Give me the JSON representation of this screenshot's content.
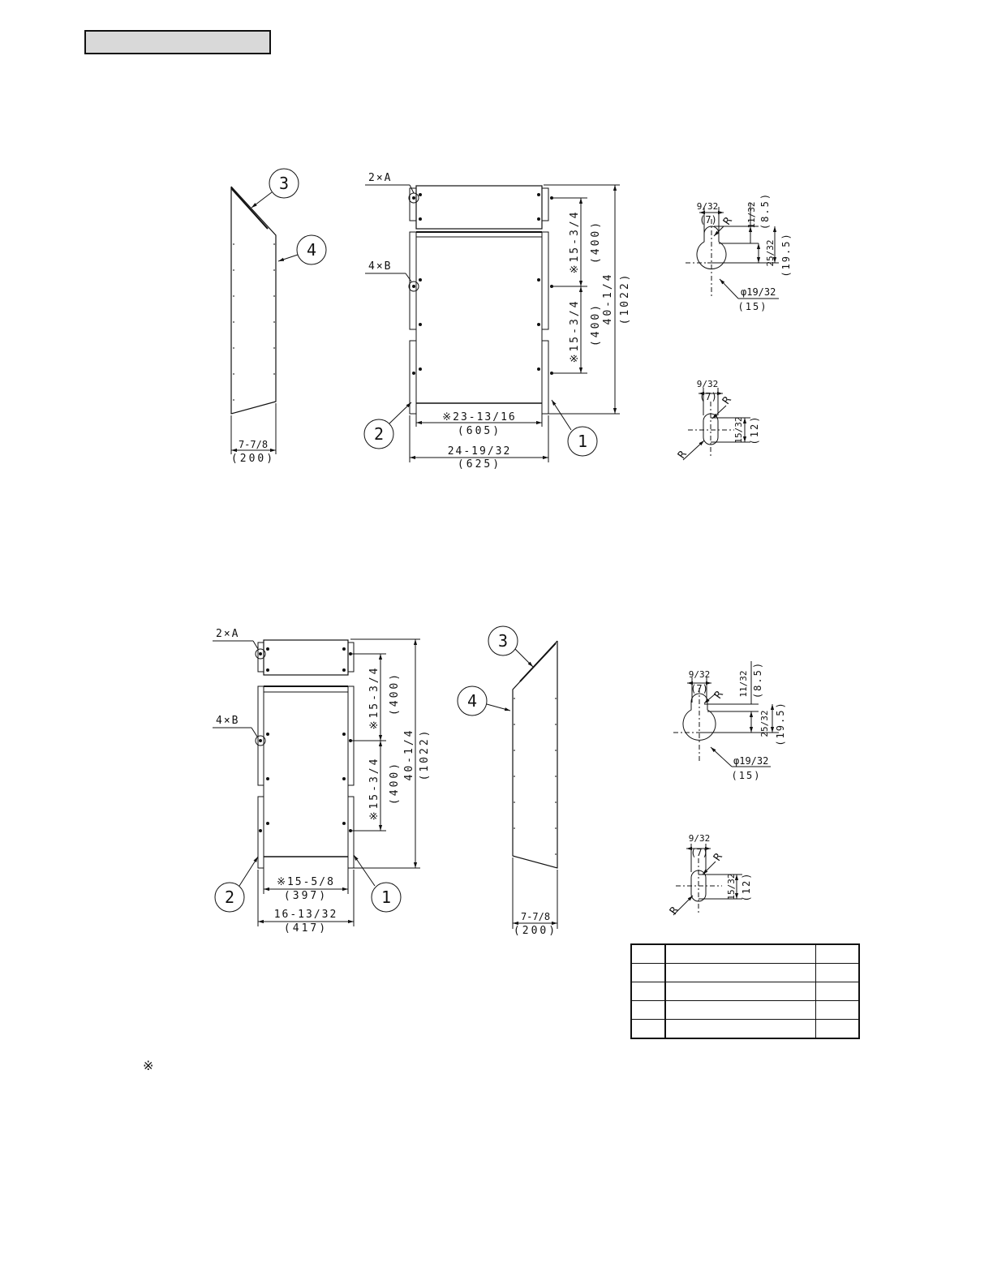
{
  "upper": {
    "side": {
      "ref3": "3",
      "ref4": "4",
      "width_in": "7-7/8",
      "width_mm": "(200)"
    },
    "front": {
      "callout_a": "2×A",
      "callout_b": "4×B",
      "ref1": "1",
      "ref2": "2",
      "dim_pitch1_in": "※15-3/4",
      "dim_pitch1_mm": "(400)",
      "dim_pitch2_in": "※15-3/4",
      "dim_pitch2_mm": "(400)",
      "dim_height_in": "40-1/4",
      "dim_height_mm": "(1022)",
      "dim_inner_in": "※23-13/16",
      "dim_inner_mm": "(605)",
      "dim_outer_in": "24-19/32",
      "dim_outer_mm": "(625)"
    }
  },
  "lower": {
    "front": {
      "callout_a": "2×A",
      "callout_b": "4×B",
      "ref1": "1",
      "ref2": "2",
      "dim_pitch1_in": "※15-3/4",
      "dim_pitch1_mm": "(400)",
      "dim_pitch2_in": "※15-3/4",
      "dim_pitch2_mm": "(400)",
      "dim_height_in": "40-1/4",
      "dim_height_mm": "(1022)",
      "dim_inner_in": "※15-5/8",
      "dim_inner_mm": "(397)",
      "dim_outer_in": "16-13/32",
      "dim_outer_mm": "(417)"
    },
    "side": {
      "ref3": "3",
      "ref4": "4",
      "width_in": "7-7/8",
      "width_mm": "(200)"
    }
  },
  "detail_a": {
    "w_in": "9/32",
    "w_mm": "(7)",
    "r": "R",
    "top_in": "11/32",
    "top_mm": "(8.5)",
    "off_in": "25/32",
    "off_mm": "(19.5)",
    "dia_in": "φ19/32",
    "dia_mm": "(15)"
  },
  "detail_b": {
    "w_in": "9/32",
    "w_mm": "(7)",
    "r_top": "R",
    "r_bottom": "R",
    "len_in": "15/32",
    "len_mm": "(12)"
  },
  "note": {
    "mark": "※"
  }
}
